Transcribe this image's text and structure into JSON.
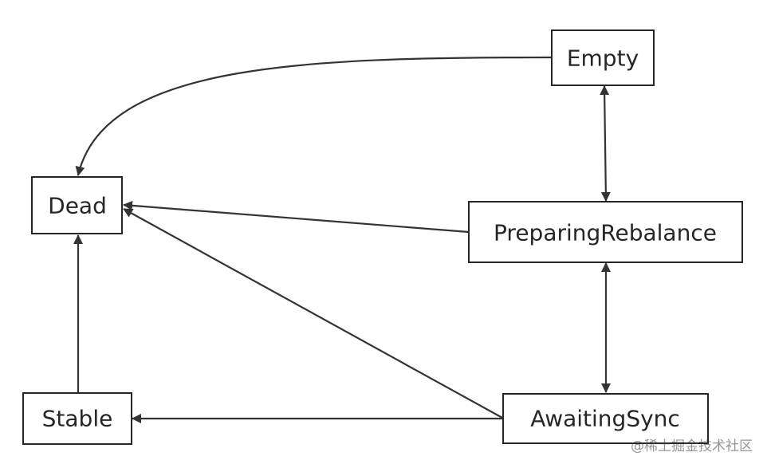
{
  "diagram": {
    "nodes": {
      "empty": "Empty",
      "dead": "Dead",
      "preparing_rebalance": "PreparingRebalance",
      "stable": "Stable",
      "awaiting_sync": "AwaitingSync"
    },
    "edges": [
      {
        "from": "Empty",
        "to": "Dead",
        "direction": "one-way"
      },
      {
        "from": "Empty",
        "to": "PreparingRebalance",
        "direction": "two-way"
      },
      {
        "from": "PreparingRebalance",
        "to": "Dead",
        "direction": "one-way"
      },
      {
        "from": "PreparingRebalance",
        "to": "AwaitingSync",
        "direction": "two-way"
      },
      {
        "from": "AwaitingSync",
        "to": "Dead",
        "direction": "one-way"
      },
      {
        "from": "AwaitingSync",
        "to": "Stable",
        "direction": "one-way"
      },
      {
        "from": "Stable",
        "to": "Dead",
        "direction": "one-way"
      }
    ]
  },
  "watermark": "@稀土掘金技术社区"
}
